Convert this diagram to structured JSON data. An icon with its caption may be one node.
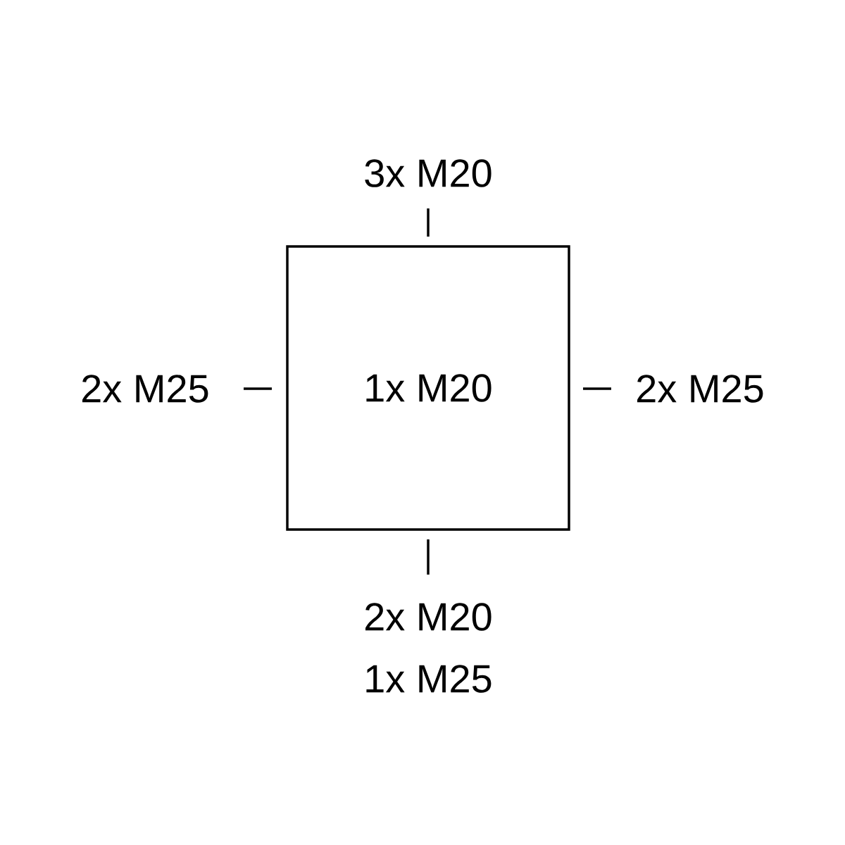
{
  "diagram": {
    "nodes": [
      {
        "text": [
          "1x M20"
        ]
      }
    ],
    "labels": [
      "3x M20",
      "2x M25",
      "2x M25",
      "2x M20",
      "1x M25"
    ]
  }
}
